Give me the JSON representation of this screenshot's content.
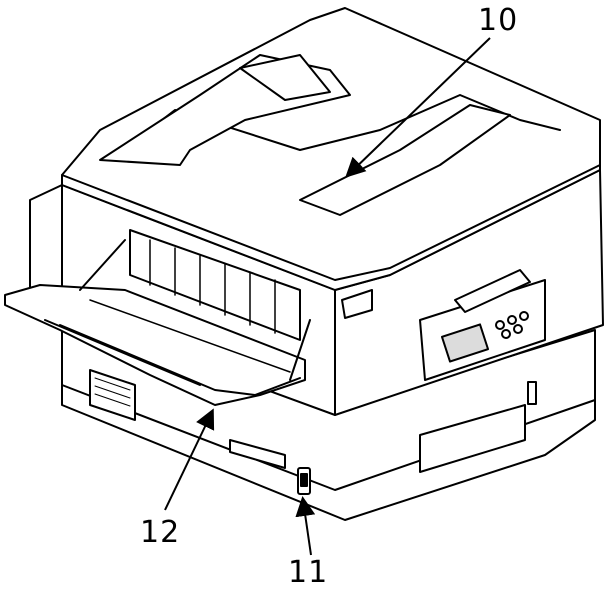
{
  "callouts": [
    {
      "id": "10",
      "label": "10"
    },
    {
      "id": "12",
      "label": "12"
    },
    {
      "id": "11",
      "label": "11"
    }
  ],
  "colors": {
    "line": "#000000",
    "fill": "#ffffff",
    "screen": "#dcdcdc"
  },
  "icons": [
    "printer-illustration",
    "leader-arrow"
  ]
}
